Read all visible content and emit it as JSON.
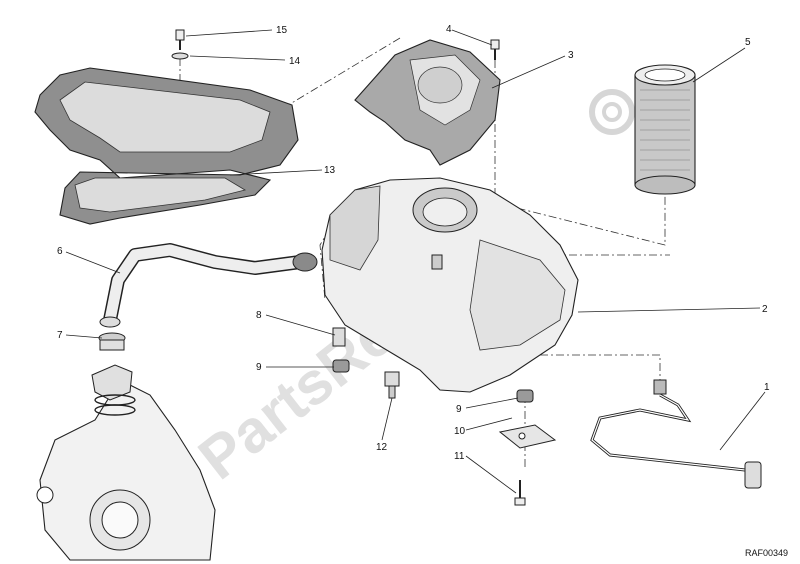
{
  "callouts": {
    "c1": "1",
    "c2": "2",
    "c3": "3",
    "c4": "4",
    "c5": "5",
    "c6": "6",
    "c7": "7",
    "c8": "8",
    "c9a": "9",
    "c9b": "9",
    "c10": "10",
    "c11": "11",
    "c12": "12",
    "c13": "13",
    "c14": "14",
    "c15": "15"
  },
  "drawing_code": "RAF00349",
  "watermark": "PartsRepublik",
  "colors": {
    "ink": "#222222",
    "part_fill": "#eeeeee",
    "shade": "#9a9a9a",
    "watermark": "#d6d6d6"
  }
}
